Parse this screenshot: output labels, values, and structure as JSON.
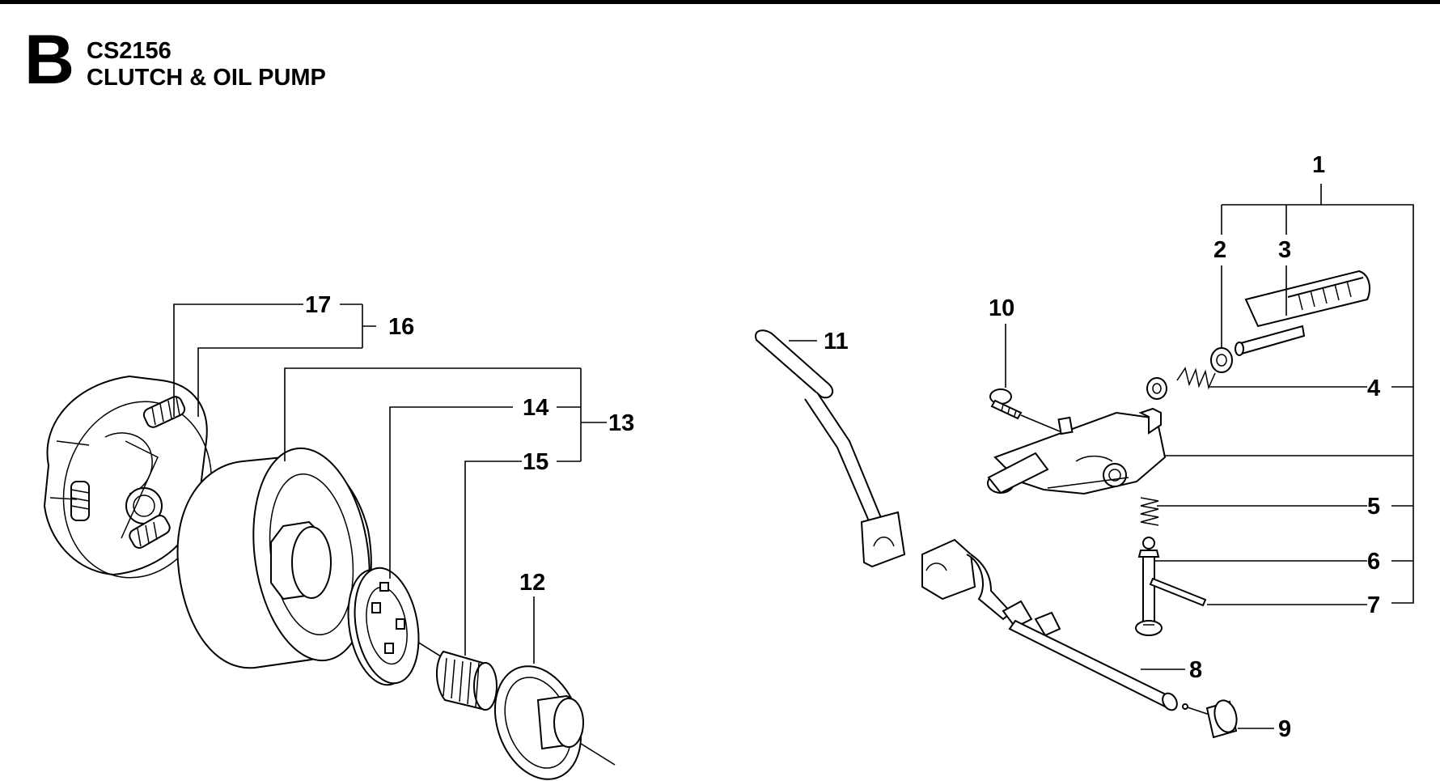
{
  "header": {
    "section_letter": "B",
    "model": "CS2156",
    "title": "CLUTCH & OIL PUMP"
  },
  "callouts": [
    {
      "id": "1",
      "label": "1"
    },
    {
      "id": "2",
      "label": "2"
    },
    {
      "id": "3",
      "label": "3"
    },
    {
      "id": "4",
      "label": "4"
    },
    {
      "id": "5",
      "label": "5"
    },
    {
      "id": "6",
      "label": "6"
    },
    {
      "id": "7",
      "label": "7"
    },
    {
      "id": "8",
      "label": "8"
    },
    {
      "id": "9",
      "label": "9"
    },
    {
      "id": "10",
      "label": "10"
    },
    {
      "id": "11",
      "label": "11"
    },
    {
      "id": "12",
      "label": "12"
    },
    {
      "id": "13",
      "label": "13"
    },
    {
      "id": "14",
      "label": "14"
    },
    {
      "id": "15",
      "label": "15"
    },
    {
      "id": "16",
      "label": "16"
    },
    {
      "id": "17",
      "label": "17"
    }
  ]
}
